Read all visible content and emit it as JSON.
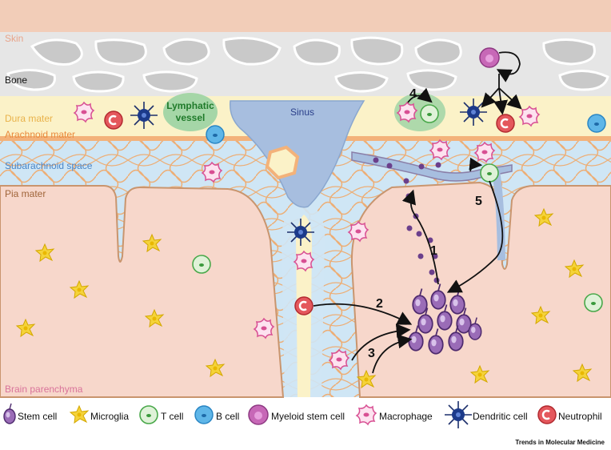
{
  "layers": {
    "skin": "Skin",
    "bone": "Bone",
    "dura": "Dura mater",
    "arachnoid": "Arachnoid mater",
    "subarachnoid": "Subarachnoid space",
    "pia": "Pia mater",
    "brain": "Brain parenchyma"
  },
  "structures": {
    "lymphatic": [
      "Lymphatic",
      "vessel"
    ],
    "sinus": "Sinus"
  },
  "steps": [
    "1",
    "2",
    "3",
    "4",
    "5"
  ],
  "legend": [
    {
      "label": "Stem cell",
      "icon": "stem-cell"
    },
    {
      "label": "Microglia",
      "icon": "microglia"
    },
    {
      "label": "T cell",
      "icon": "t-cell"
    },
    {
      "label": "B cell",
      "icon": "b-cell"
    },
    {
      "label": "Myeloid stem cell",
      "icon": "myeloid-stem-cell"
    },
    {
      "label": "Macrophage",
      "icon": "macrophage"
    },
    {
      "label": "Dendritic cell",
      "icon": "dendritic-cell"
    },
    {
      "label": "Neutrophil",
      "icon": "neutrophil"
    }
  ],
  "credit": "Trends in Molecular Medicine",
  "colors": {
    "skin": "#f2cdb8",
    "bone": "#d9d9d9",
    "dura": "#fbf2c8",
    "arachnoid": "#f3b27a",
    "subarachnoid": "#cfe6f5",
    "brain": "#f7d7cb",
    "sinus": "#a7bedf",
    "lymphatic": "#a5d6a7"
  }
}
